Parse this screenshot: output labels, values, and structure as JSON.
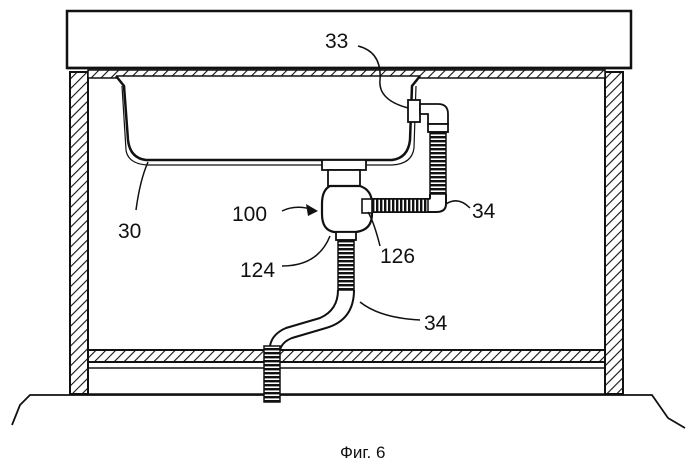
{
  "labels": {
    "sink_ref": "30",
    "overflow_ref": "33",
    "upper_hose_ref": "34",
    "lower_hose_ref": "34",
    "trap_ref": "100",
    "outlet_ref": "124",
    "inlet_ref": "126"
  },
  "caption": "Фиг. 6"
}
